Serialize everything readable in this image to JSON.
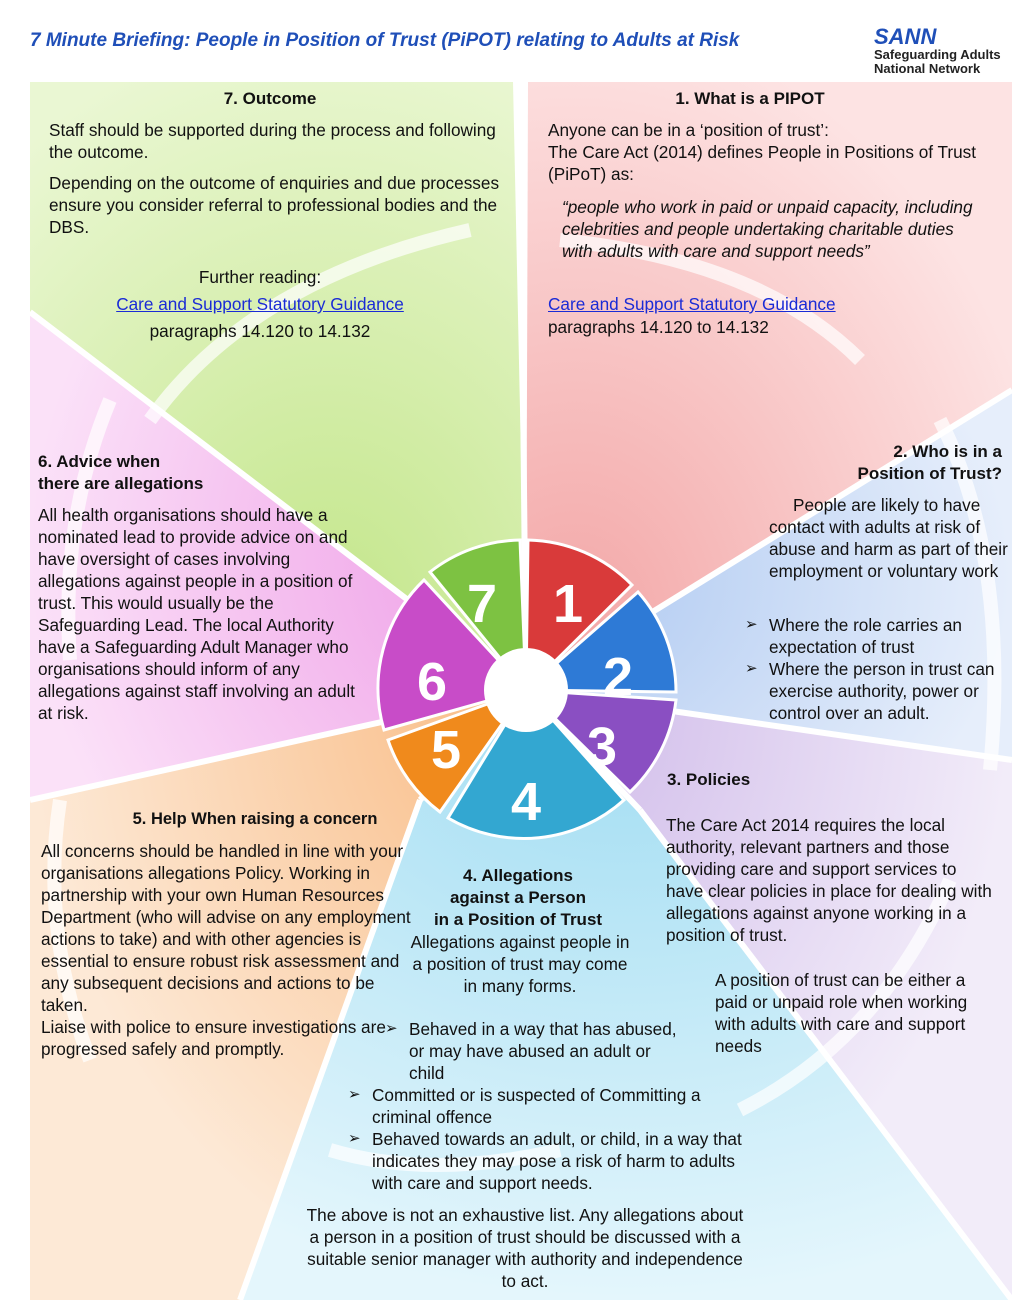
{
  "header": {
    "title": "7 Minute Briefing: People in Position of Trust (PiPOT) relating to Adults at Risk",
    "logo_name": "SANN",
    "logo_sub1": "Safeguarding Adults",
    "logo_sub2": "National Network"
  },
  "colors": {
    "title": "#1f4fb8",
    "green": "#d6eeae",
    "red": "#f7c4c4",
    "blue": "#c9dbf6",
    "purple": "#e1d4f0",
    "cyan": "#c8ecf8",
    "orange": "#fbd6b4",
    "pink": "#f3c0ee",
    "link": "#1a2bd6"
  },
  "hub": {
    "numbers": [
      "1",
      "2",
      "3",
      "4",
      "5",
      "6",
      "7"
    ]
  },
  "s1": {
    "heading": "1.  What is a PIPOT",
    "intro1": "Anyone can be in a ‘position of trust’:",
    "intro2": "The Care Act (2014) defines People in Positions of Trust (PiPoT) as:",
    "quote": "“people who work in paid or unpaid capacity, including celebrities and people undertaking charitable duties with adults with care and support needs”",
    "link": "Care and Support Statutory Guidance",
    "para": "paragraphs 14.120 to 14.132"
  },
  "s2": {
    "heading1": "2. Who is in a",
    "heading2": "Position of Trust?",
    "intro": "People are likely to have contact with adults at risk of abuse and harm as part of their employment or voluntary work",
    "bullets": [
      "Where the role carries an expectation of trust",
      "Where the person in trust can exercise authority, power or control over an adult."
    ]
  },
  "s3": {
    "heading": "3. Policies",
    "p1": "The Care Act 2014 requires the local authority, relevant partners and those providing care and support services to have clear policies in place for dealing with    allegations against anyone working in a position of trust.",
    "p2": "A position of trust can be either a paid or unpaid role when working with adults with care and support needs"
  },
  "s4": {
    "heading1": "4. Allegations",
    "heading2": "against a Person",
    "heading3": "in a Position of Trust",
    "intro": "Allegations against people in a position of trust may come in many forms.",
    "bullets": [
      "Behaved in a way that has abused, or may have abused an adult or child",
      "Committed or is suspected of Committing a criminal offence",
      "Behaved towards an adult, or child, in a way that indicates they may pose a risk of harm to adults with care and support needs."
    ],
    "footer": "The above is not an exhaustive list. Any allegations about a person in a position of trust should be discussed with a suitable senior manager with authority and independence to act."
  },
  "s5": {
    "heading": "5. Help When raising a concern",
    "body": "All concerns should be handled in line with your organisations allegations Policy. Working in partnership with your own Human Resources Department (who will advise on any employment actions to take) and with other agencies is essential to ensure robust risk assessment and any subsequent decisions and actions to be taken.",
    "body2": "Liaise with police to ensure investigations are progressed safely and promptly."
  },
  "s6": {
    "heading1": "6. Advice when",
    "heading2": "there are allegations",
    "body": "All health organisations should have a nominated lead to provide advice on and have oversight of cases involving allegations against people in a position of trust. This would usually be the Safeguarding Lead. The local Authority have a Safeguarding Adult Manager who organisations should inform of any allegations against staff involving an adult at risk."
  },
  "s7": {
    "heading": "7.  Outcome",
    "p1": "Staff should be supported during the process and following the outcome.",
    "p2": "Depending on the outcome of enquiries and due processes ensure you consider referral to professional bodies and the DBS.",
    "further": "Further reading:",
    "link": "Care and Support Statutory Guidance",
    "para": "paragraphs 14.120 to 14.132"
  }
}
